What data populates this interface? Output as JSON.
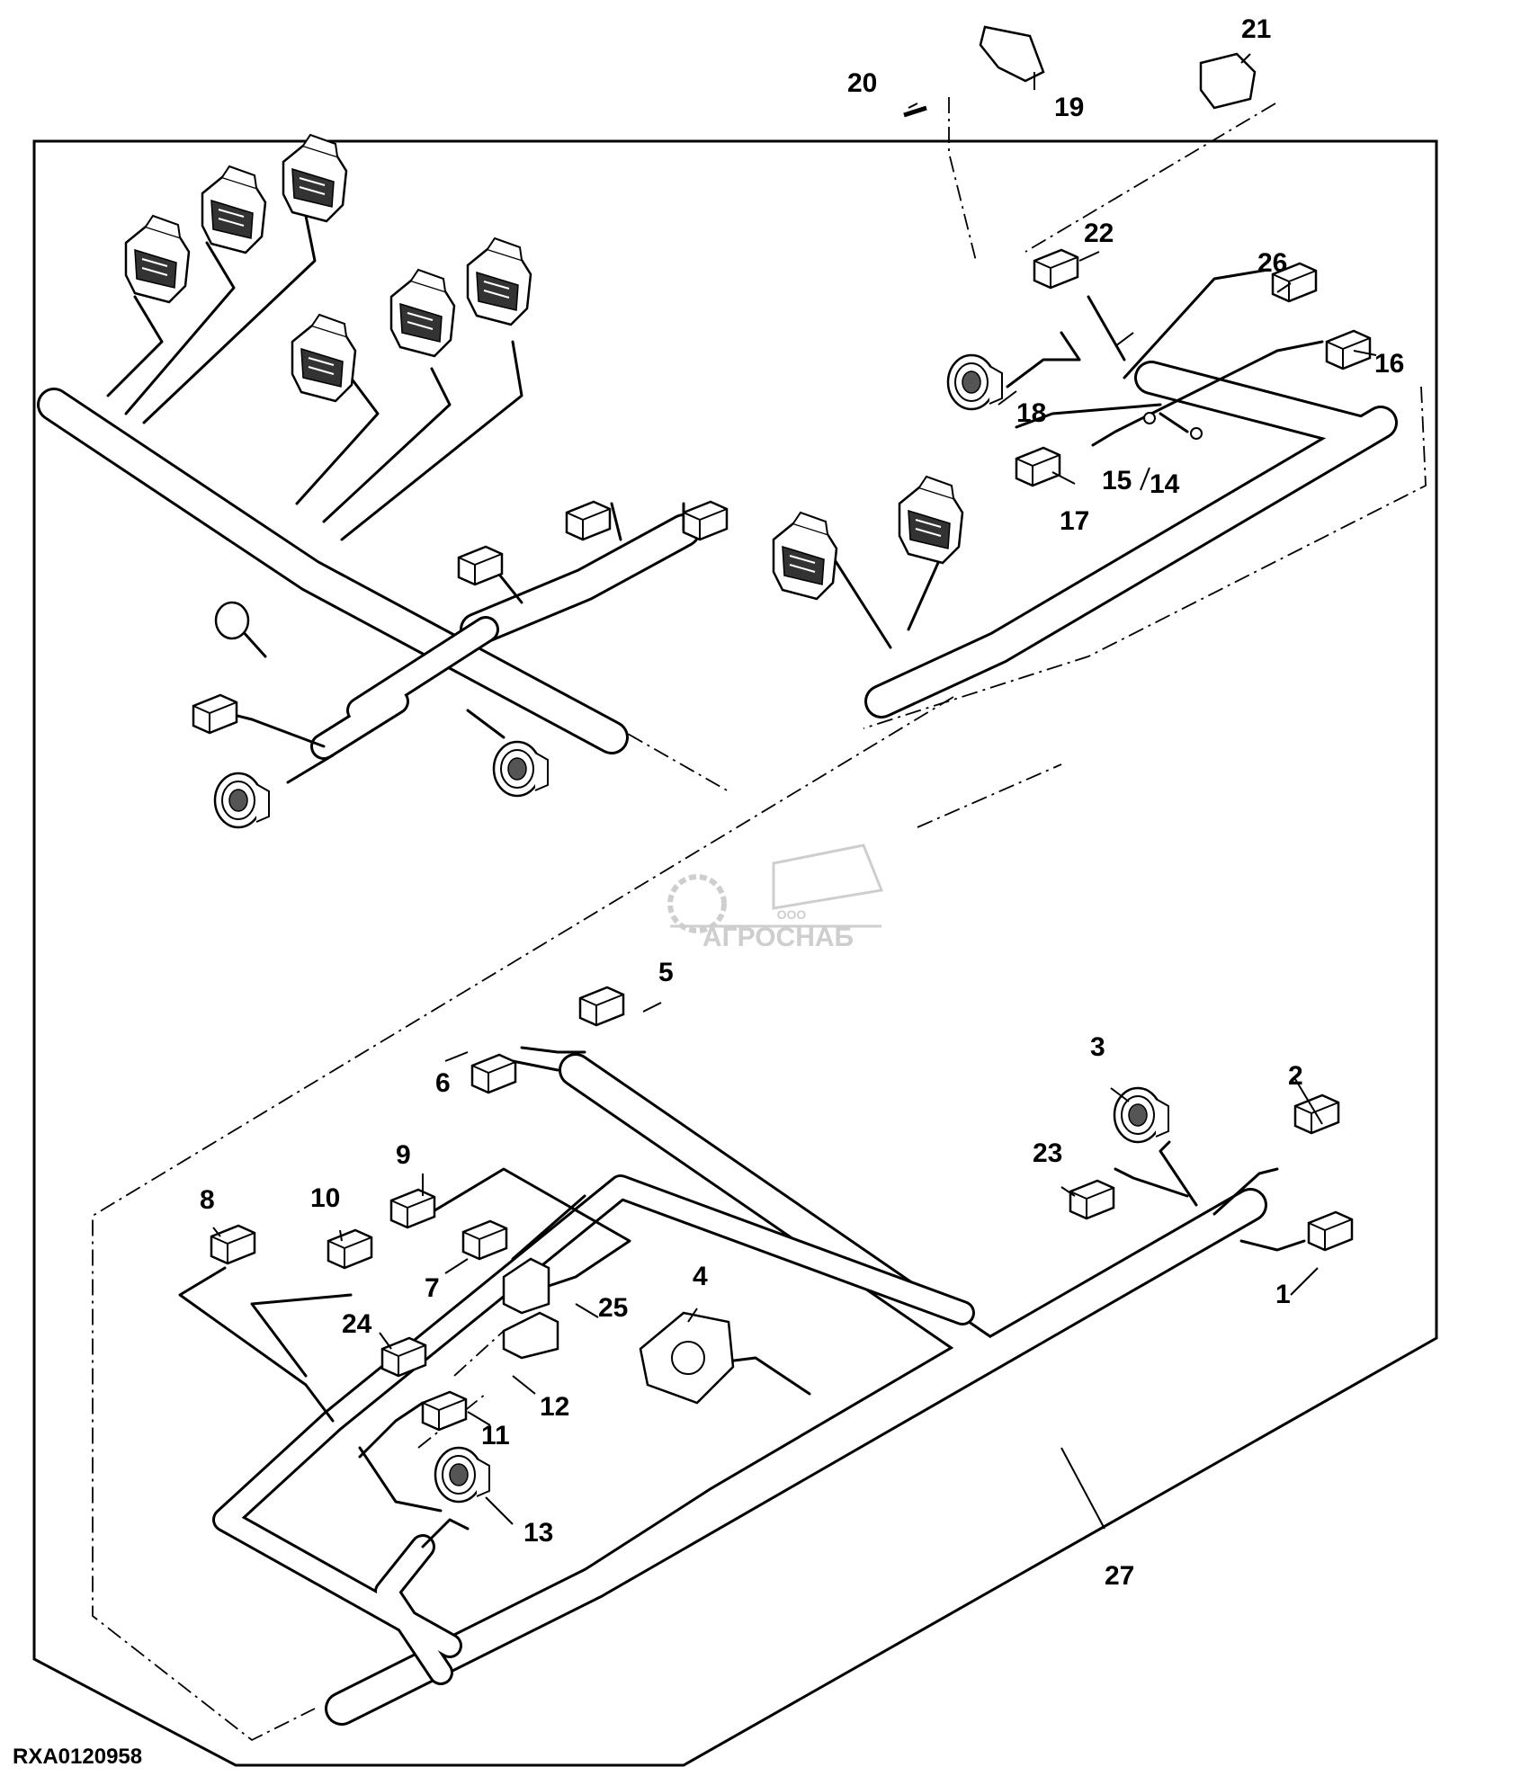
{
  "figure_id": "RXA0120958",
  "watermark": {
    "small": "ООО",
    "name": "АГРОСНАБ"
  },
  "colors": {
    "line": "#000000",
    "background": "#ffffff",
    "watermark": "#c9c9c9"
  },
  "callouts": {
    "c1": "1",
    "c2": "2",
    "c3": "3",
    "c4": "4",
    "c5": "5",
    "c6": "6",
    "c7": "7",
    "c8": "8",
    "c9": "9",
    "c10": "10",
    "c11": "11",
    "c12": "12",
    "c13": "13",
    "c14": "14",
    "c15": "15",
    "c16": "16",
    "c17": "17",
    "c18": "18",
    "c19": "19",
    "c20": "20",
    "c21": "21",
    "c22": "22",
    "c23": "23",
    "c24": "24",
    "c25": "25",
    "c26": "26",
    "c27": "27"
  }
}
